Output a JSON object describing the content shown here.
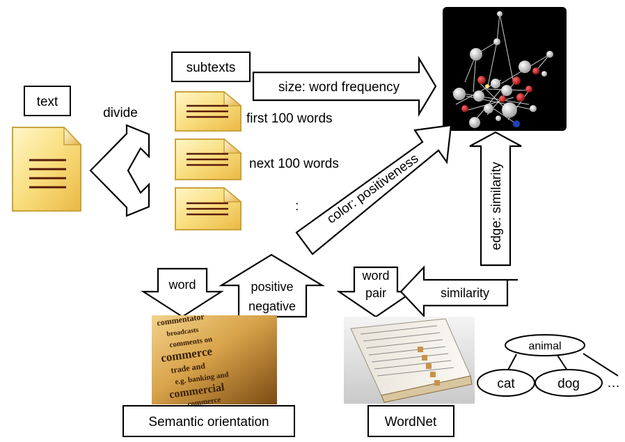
{
  "labels": {
    "text": "text",
    "divide": "divide",
    "subtexts": "subtexts",
    "first_100": "first 100 words",
    "next_100": "next 100 words",
    "ellipsis_colon": ":",
    "size_word_frequency": "size: word frequency",
    "color_positiveness": "color: positiveness",
    "edge_similarity": "edge: similarity",
    "word": "word",
    "positive": "positive",
    "negative": "negative",
    "word_pair_1": "word",
    "word_pair_2": "pair",
    "similarity": "similarity",
    "semantic_orientation": "Semantic orientation",
    "wordnet": "WordNet",
    "tree_root": "animal",
    "tree_child_1": "cat",
    "tree_child_2": "dog",
    "tree_more": "…"
  },
  "photo_text": {
    "dictionary_words": [
      "commentator",
      "broadcasts",
      "comments on",
      "commerce",
      "trade and",
      "e.g. banking and",
      "commercial",
      "commerce"
    ]
  },
  "colors": {
    "document_fill": "#f7d97a",
    "document_stroke": "#c9a23a",
    "document_lines": "#5a1a0a",
    "graph_bg": "#000000",
    "node_white": "#dcdcdc",
    "node_red": "#c0272d",
    "node_blue": "#1f3fbf"
  }
}
